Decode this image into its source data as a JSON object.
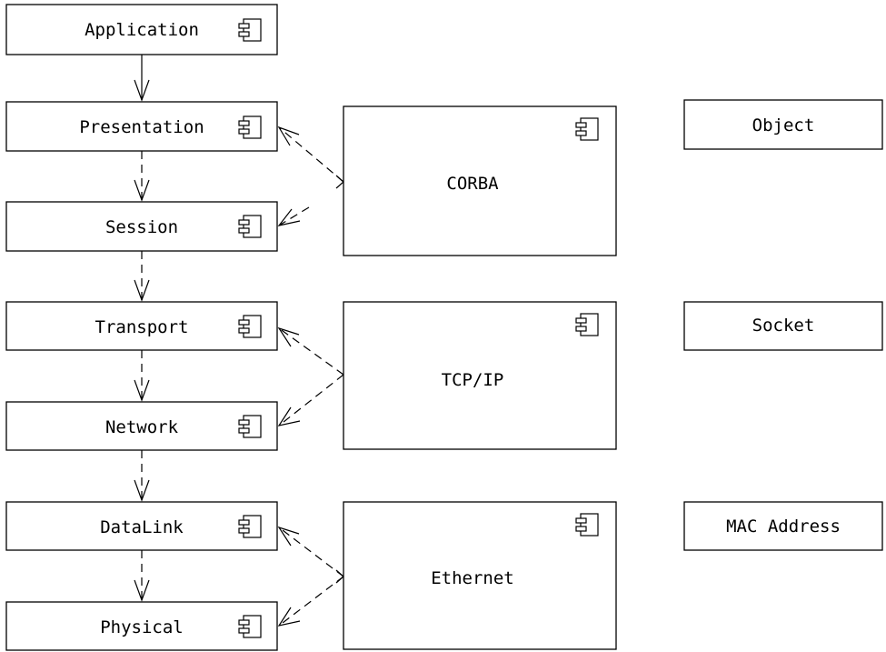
{
  "layers": [
    "Application",
    "Presentation",
    "Session",
    "Transport",
    "Network",
    "DataLink",
    "Physical"
  ],
  "protocols": [
    "CORBA",
    "TCP/IP",
    "Ethernet"
  ],
  "addressing": [
    "Object",
    "Socket",
    "MAC Address"
  ],
  "icon": "uml-component-icon",
  "edges": {
    "layer_chain": [
      {
        "from": "Application",
        "to": "Presentation",
        "style": "solid"
      },
      {
        "from": "Presentation",
        "to": "Session",
        "style": "dashed"
      },
      {
        "from": "Session",
        "to": "Transport",
        "style": "dashed"
      },
      {
        "from": "Transport",
        "to": "Network",
        "style": "dashed"
      },
      {
        "from": "Network",
        "to": "DataLink",
        "style": "dashed"
      },
      {
        "from": "DataLink",
        "to": "Physical",
        "style": "dashed"
      }
    ],
    "dependencies": [
      {
        "from": "CORBA",
        "to": "Presentation",
        "style": "dashed"
      },
      {
        "from": "CORBA",
        "to": "Session",
        "style": "dashed"
      },
      {
        "from": "TCP/IP",
        "to": "Transport",
        "style": "dashed"
      },
      {
        "from": "TCP/IP",
        "to": "Network",
        "style": "dashed"
      },
      {
        "from": "Ethernet",
        "to": "DataLink",
        "style": "dashed"
      },
      {
        "from": "Ethernet",
        "to": "Physical",
        "style": "dashed"
      }
    ]
  }
}
